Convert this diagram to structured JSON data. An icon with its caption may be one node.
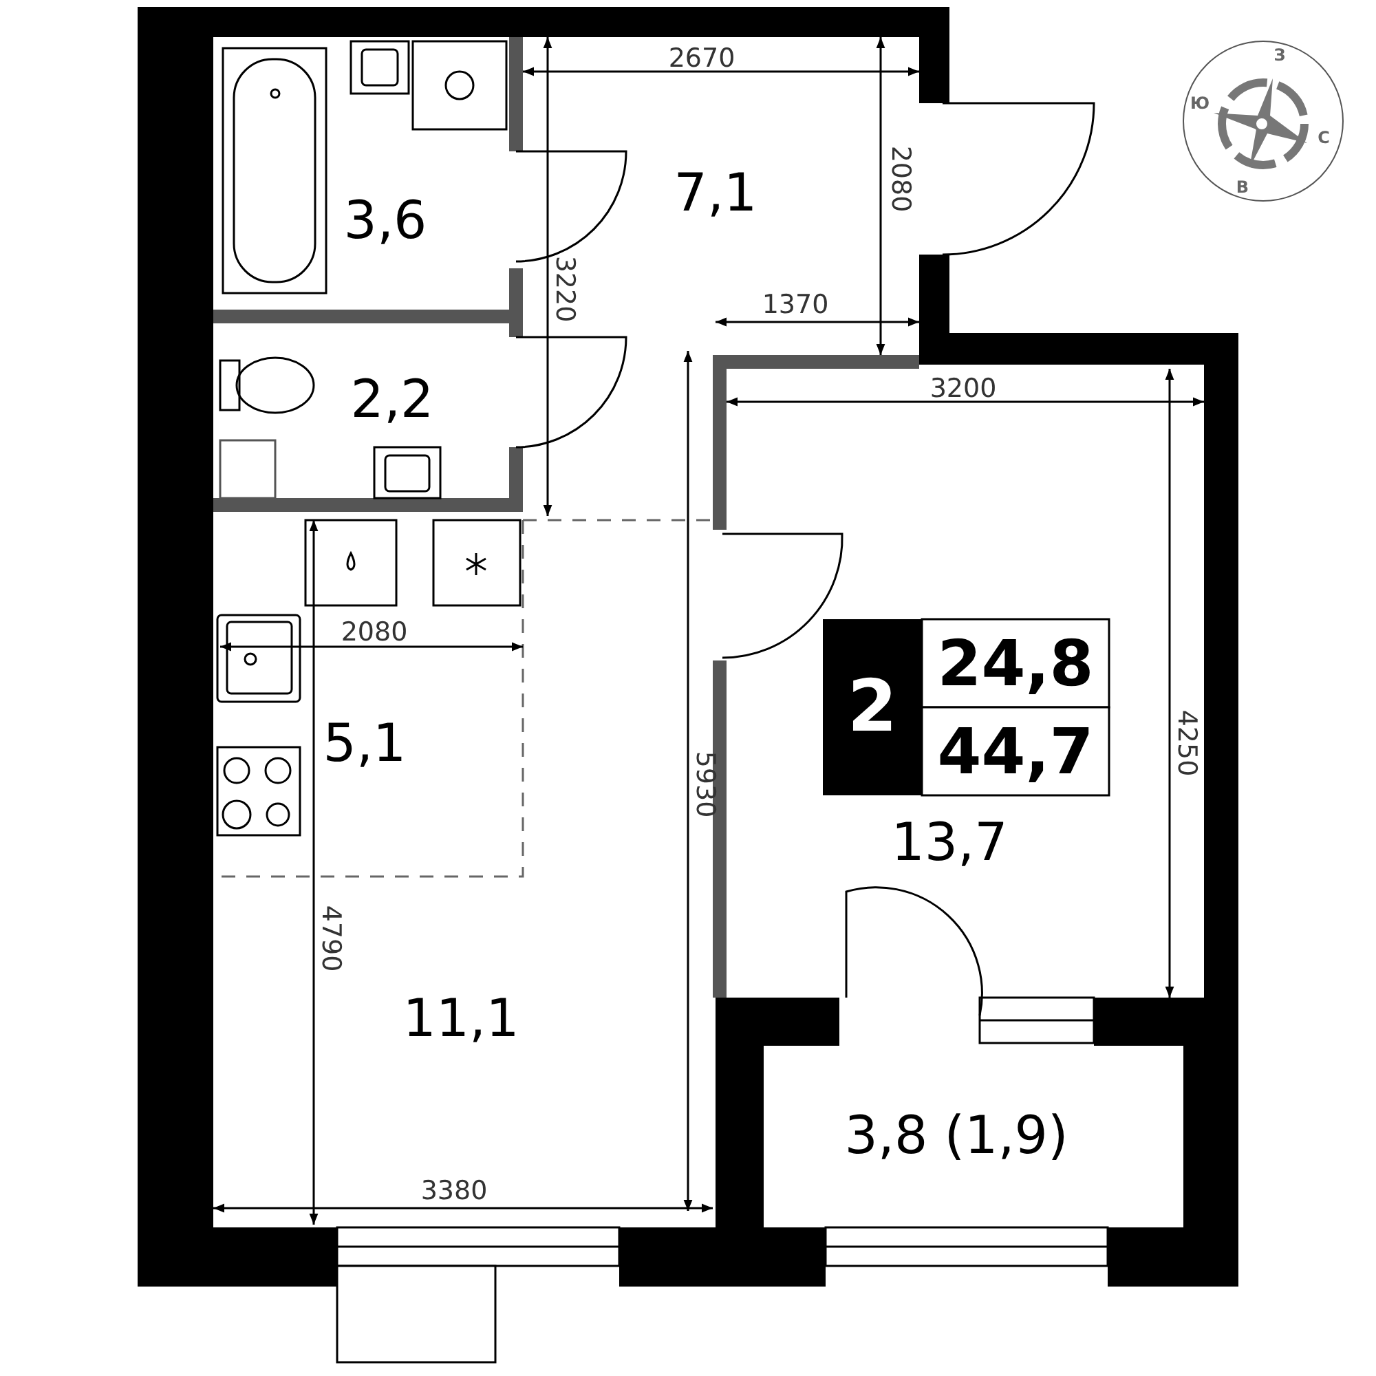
{
  "diagram": {
    "labels": [
      "З",
      "2670",
      "Ю",
      "С",
      "2080",
      "В",
      "7,1",
      "3,6",
      "3220",
      "1370",
      "2,2",
      "3200",
      "2080",
      "2",
      "24,8",
      "44,7",
      "4250",
      "5,1",
      "5930",
      "13,7",
      "4790",
      "11,1",
      "3,8 (1,9)",
      "3380"
    ]
  }
}
